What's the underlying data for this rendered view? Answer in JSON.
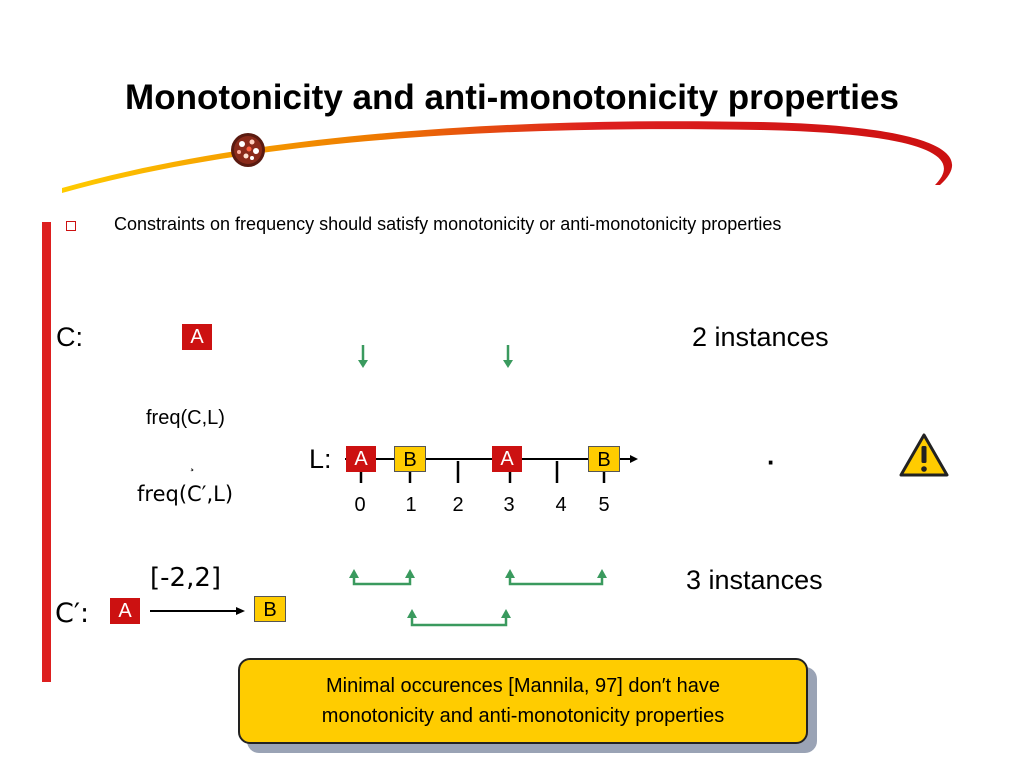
{
  "title": "Monotonicity and anti-monotonicity properties",
  "bullet": "Constraints on frequency should satisfy monotonicity or anti-monotonicity properties",
  "c_pattern": {
    "label": "C:",
    "item": "A",
    "instances": "2 instances"
  },
  "freq": {
    "top": "freq(C,L)",
    "operator": "¸",
    "bottom": "freq(C′,L)"
  },
  "sequence": {
    "label": "L:",
    "events": [
      "A",
      "B",
      "A",
      "B"
    ],
    "ticks": [
      "0",
      "1",
      "2",
      "3",
      "4",
      "5"
    ]
  },
  "dot": "·",
  "cprime_pattern": {
    "label": "C′:",
    "interval": "[-2,2]",
    "item_a": "A",
    "item_b": "B",
    "instances": "3 instances"
  },
  "note": {
    "line1": "Minimal occurences [Mannila, 97] don′t have",
    "line2": "monotonicity and anti-monotonicity properties"
  },
  "colors": {
    "red": "#cc1111",
    "yellow": "#ffcc00",
    "green": "#3a9a5e"
  },
  "icons": [
    "logo-icon",
    "warning-icon",
    "square-bullet-icon"
  ]
}
